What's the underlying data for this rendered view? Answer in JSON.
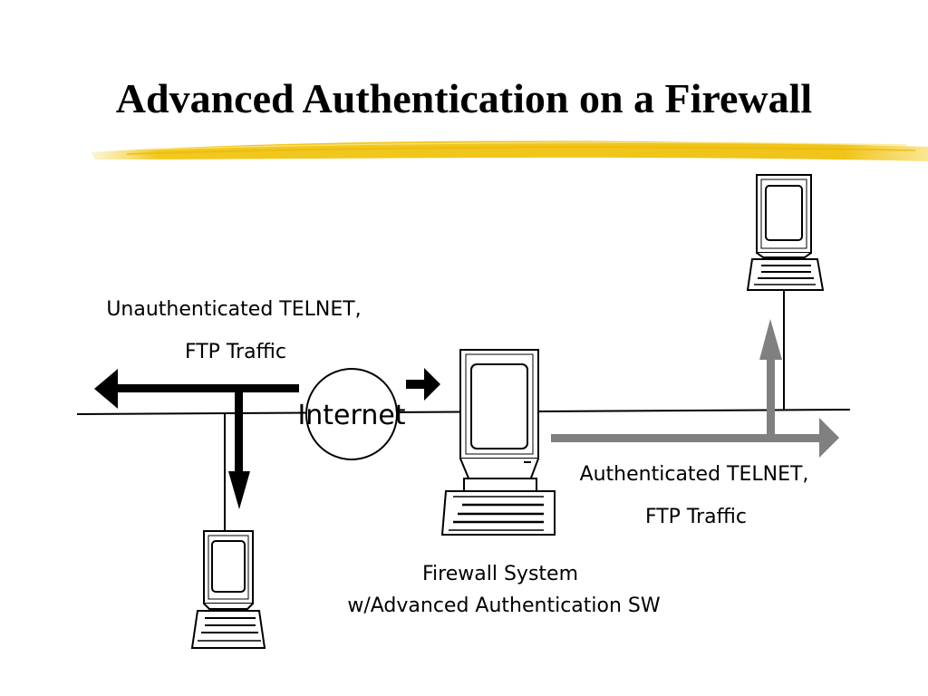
{
  "slide": {
    "title": "Advanced Authentication on a Firewall",
    "accent_color": "#f2c81e"
  },
  "diagram": {
    "internet_label": "Internet",
    "unauth_label_line1": "Unauthenticated TELNET,",
    "unauth_label_line2": "FTP Traffic",
    "auth_label_line1": "Authenticated TELNET,",
    "auth_label_line2": "FTP Traffic",
    "firewall_label_line1": "Firewall System",
    "firewall_label_line2": "w/Advanced Authentication SW",
    "unauth_arrow_color": "#000000",
    "auth_arrow_color": "#808080",
    "icons": [
      "computer-icon",
      "computer-icon",
      "firewall-computer-icon"
    ]
  }
}
